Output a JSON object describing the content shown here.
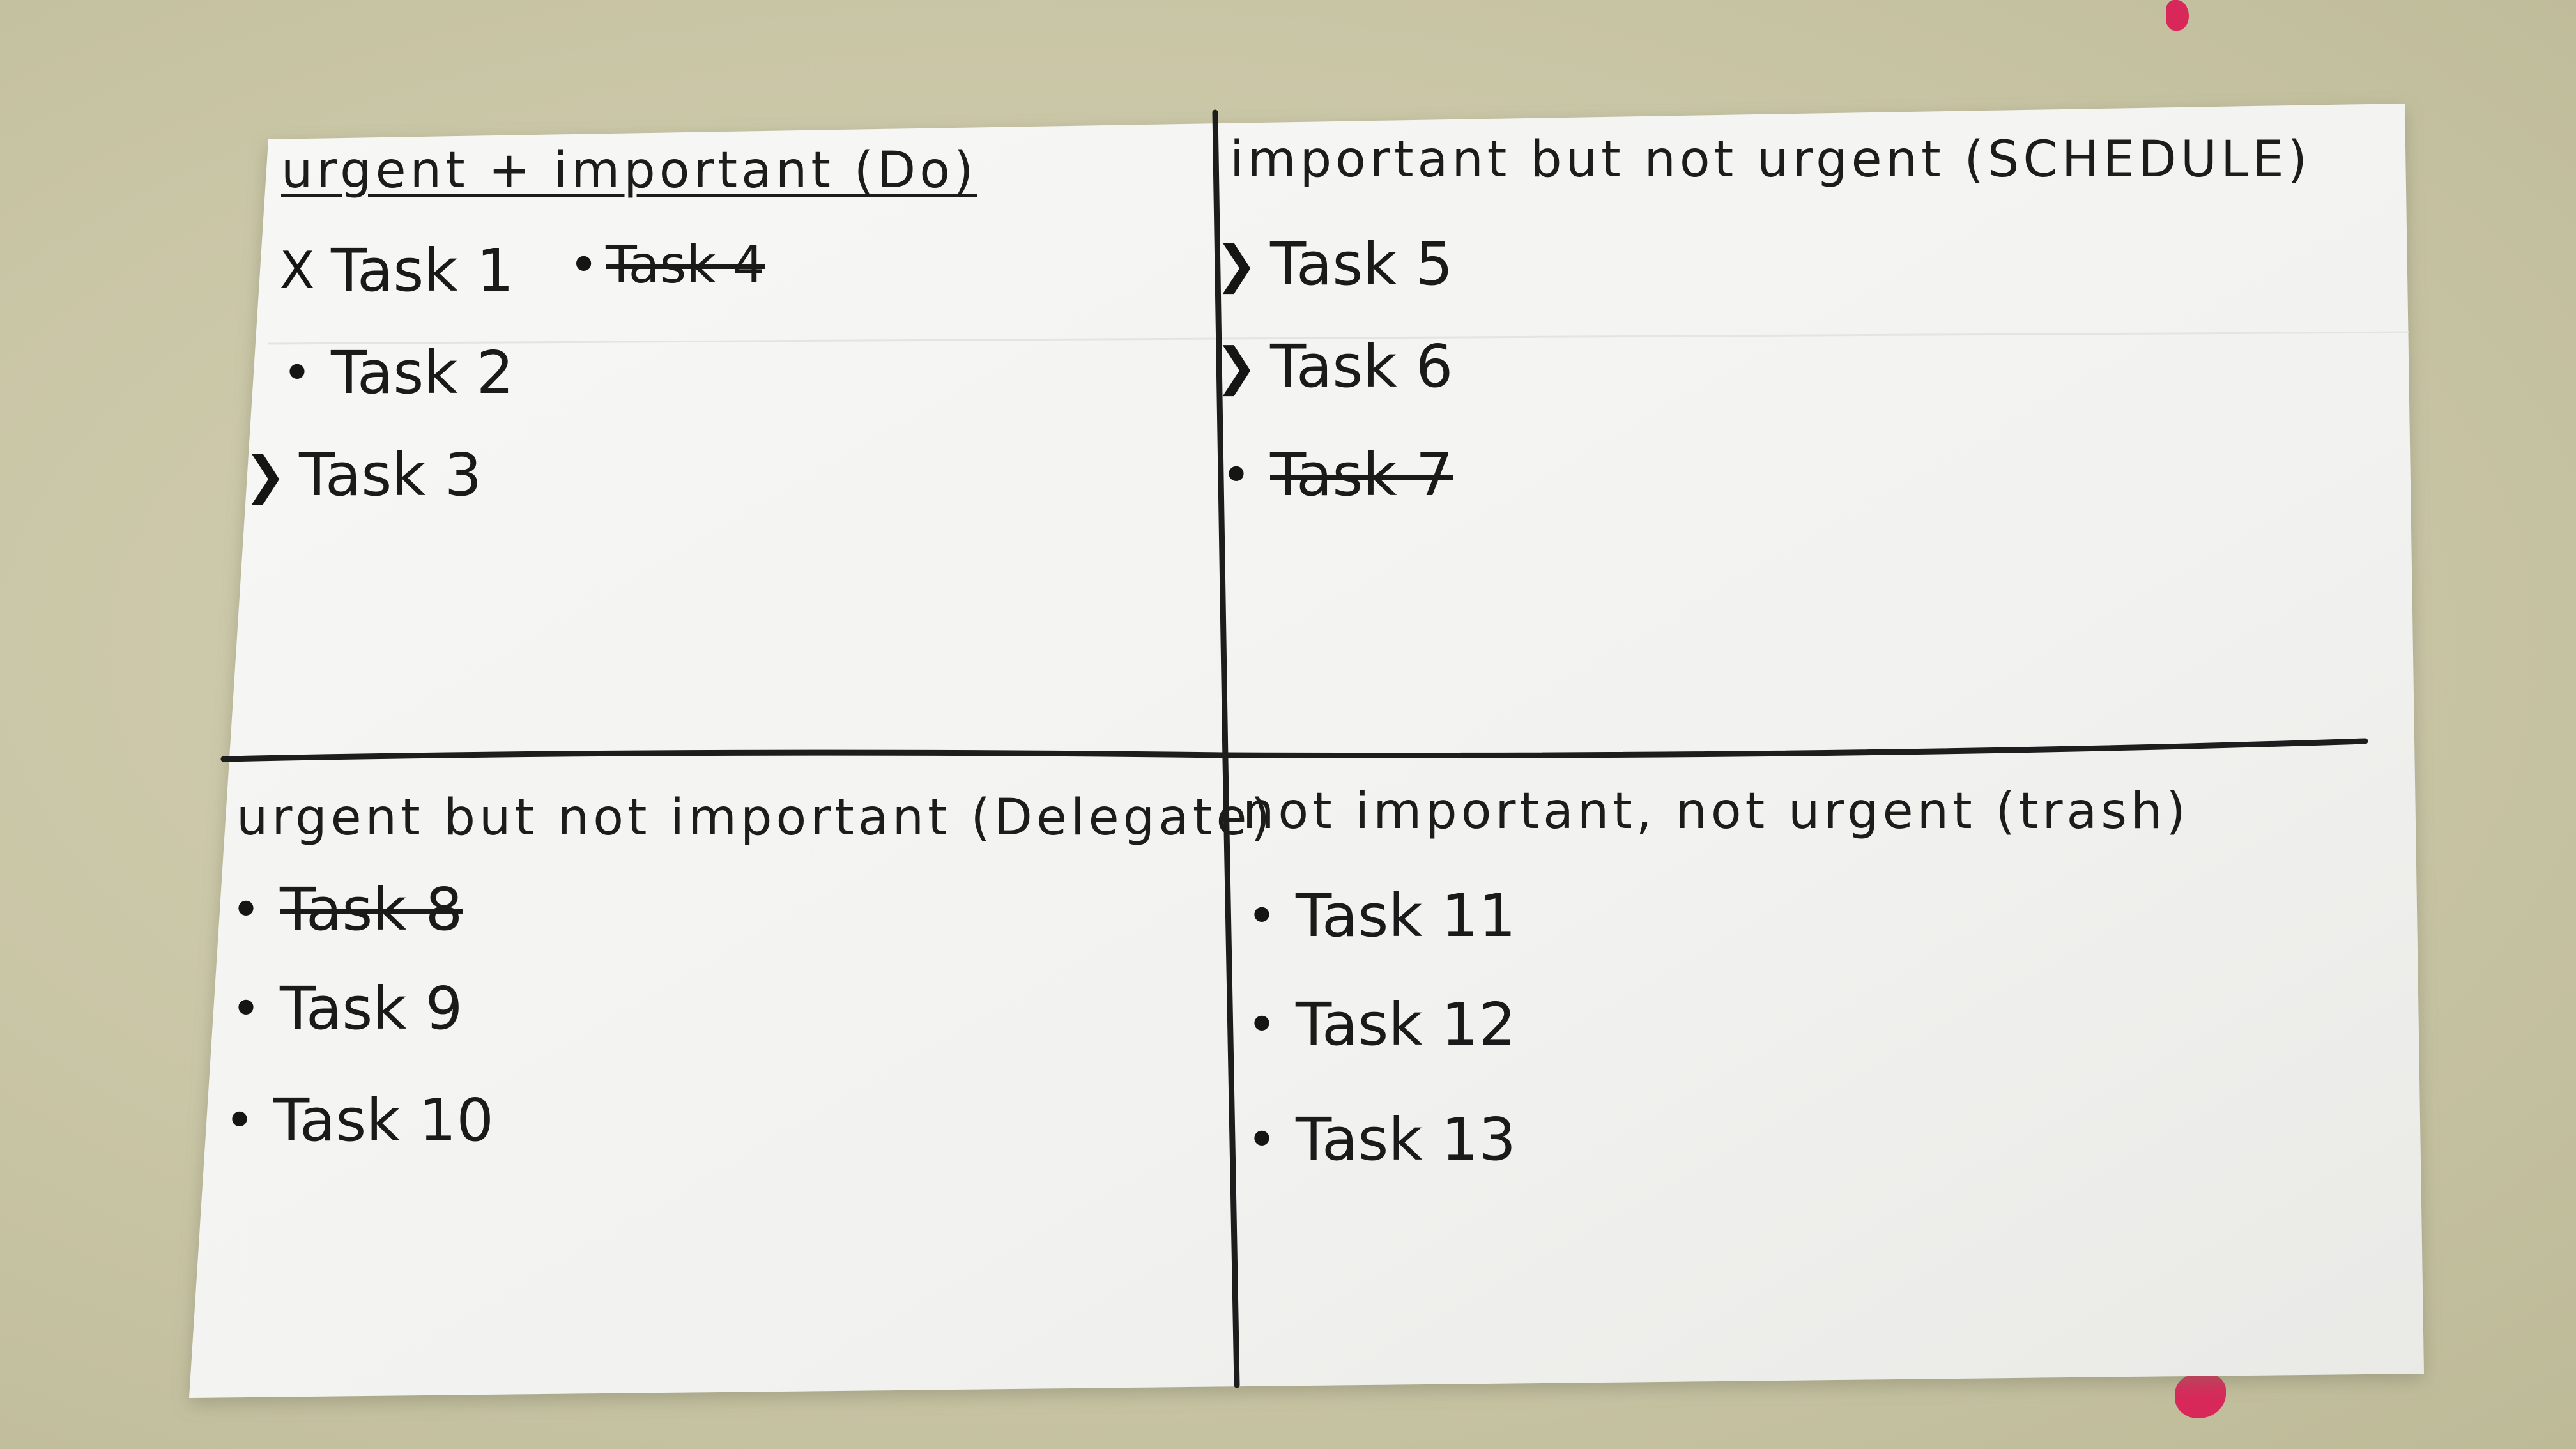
{
  "card": {
    "quadrants": [
      {
        "title": "urgent + important (Do)",
        "tasks": [
          {
            "bullet": "X",
            "label": "Task 1",
            "struck": false
          },
          {
            "bullet": "•",
            "label": "Task 4",
            "struck": true
          },
          {
            "bullet": "•",
            "label": "Task 2",
            "struck": false
          },
          {
            "bullet": "❯",
            "label": "Task 3",
            "struck": false
          }
        ]
      },
      {
        "title": "important but not urgent (SCHEDULE)",
        "tasks": [
          {
            "bullet": "❯",
            "label": "Task 5",
            "struck": false
          },
          {
            "bullet": "❯",
            "label": "Task 6",
            "struck": false
          },
          {
            "bullet": "•",
            "label": "Task 7",
            "struck": true
          }
        ]
      },
      {
        "title": "urgent but not important (Delegate)",
        "tasks": [
          {
            "bullet": "•",
            "label": "Task 8",
            "struck": true
          },
          {
            "bullet": "•",
            "label": "Task 9",
            "struck": false
          },
          {
            "bullet": "•",
            "label": "Task 10",
            "struck": false
          }
        ]
      },
      {
        "title": "not important, not urgent (trash)",
        "tasks": [
          {
            "bullet": "•",
            "label": "Task 11",
            "struck": false
          },
          {
            "bullet": "•",
            "label": "Task 12",
            "struck": false
          },
          {
            "bullet": "•",
            "label": "Task 13",
            "struck": false
          }
        ]
      }
    ]
  },
  "colors": {
    "paper": "#f4f4f2",
    "ink": "#1c1c1c",
    "background": "#cbc8a8",
    "marker_pink": "#d8285a"
  }
}
